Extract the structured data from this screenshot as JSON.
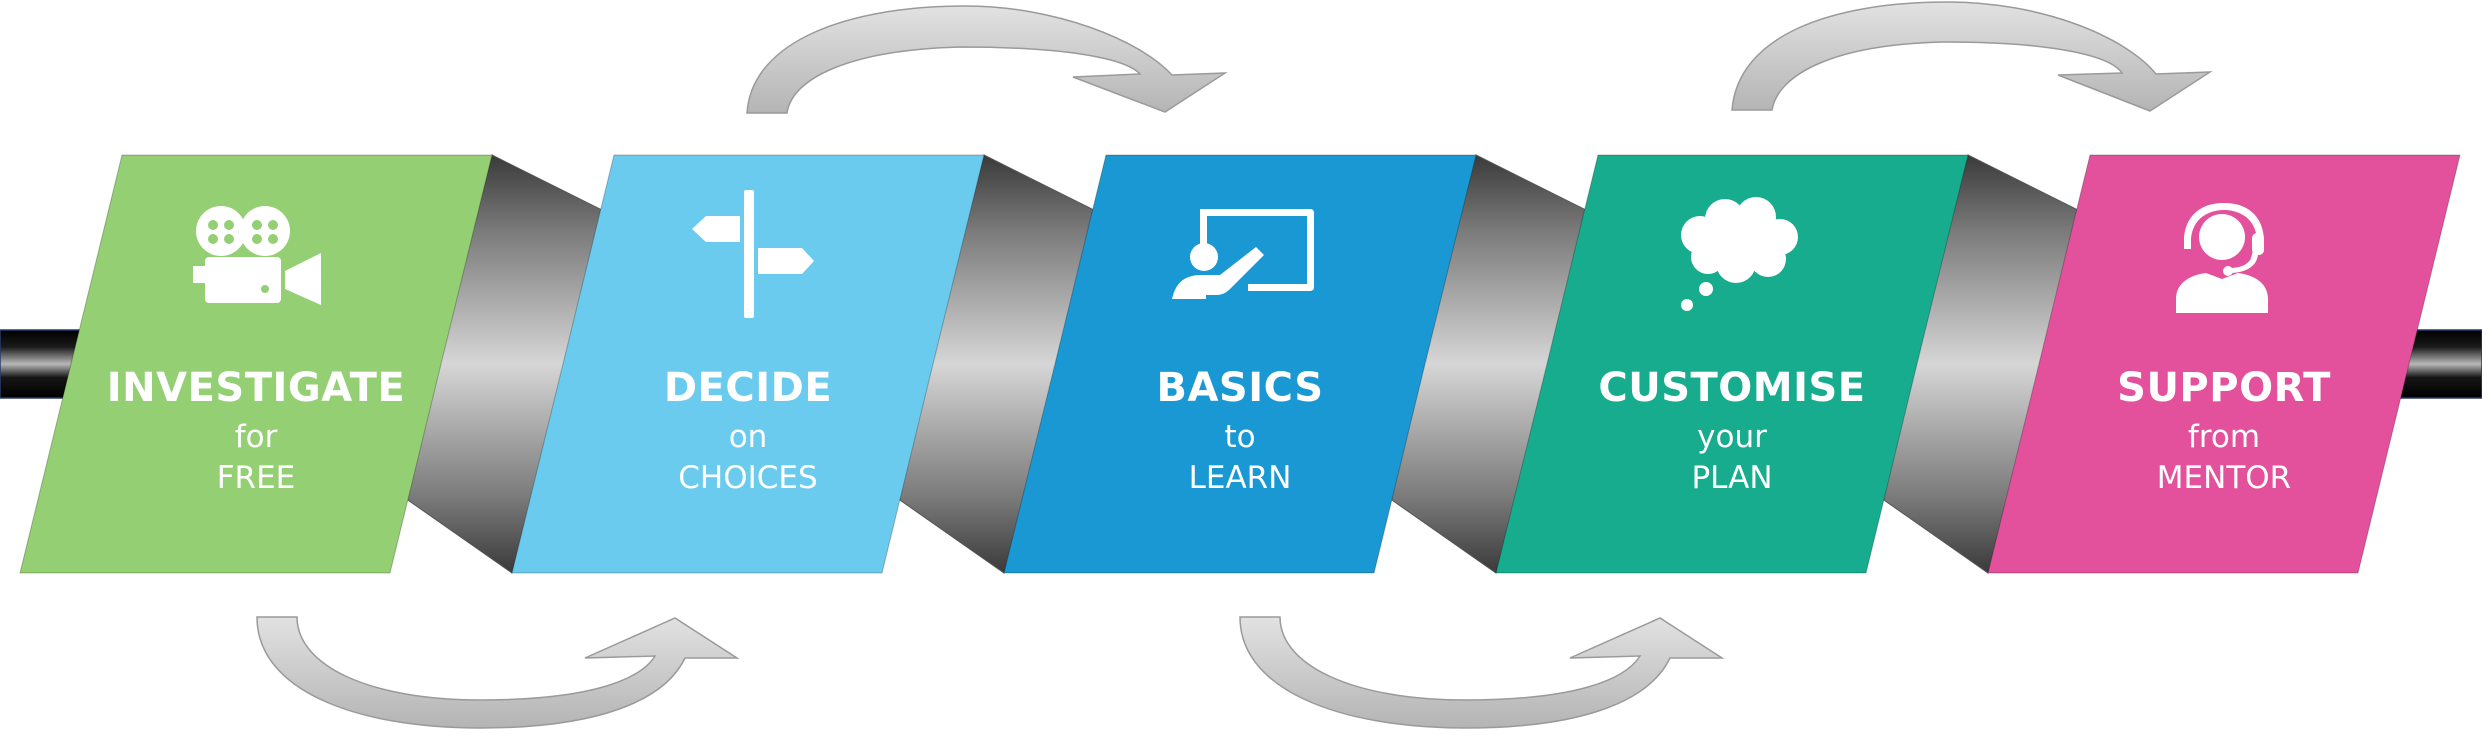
{
  "process": {
    "steps": [
      {
        "title": "INVESTIGATE",
        "line2": "for",
        "line3": "FREE",
        "icon": "video-camera-icon",
        "color": "#94CF74"
      },
      {
        "title": "DECIDE",
        "line2": "on",
        "line3": "CHOICES",
        "icon": "signpost-icon",
        "color": "#6BCBEE"
      },
      {
        "title": "BASICS",
        "line2": "to",
        "line3": "LEARN",
        "icon": "teacher-board-icon",
        "color": "#1A98D3"
      },
      {
        "title": "CUSTOMISE",
        "line2": "your",
        "line3": "PLAN",
        "icon": "thought-cloud-icon",
        "color": "#17AC8E"
      },
      {
        "title": "SUPPORT",
        "line2": "from",
        "line3": "MENTOR",
        "icon": "headset-support-icon",
        "color": "#E3519C"
      }
    ],
    "arrow_color": "#C8C8C8",
    "bar_color": "#000000",
    "connector_color": "#8A8A8A"
  }
}
